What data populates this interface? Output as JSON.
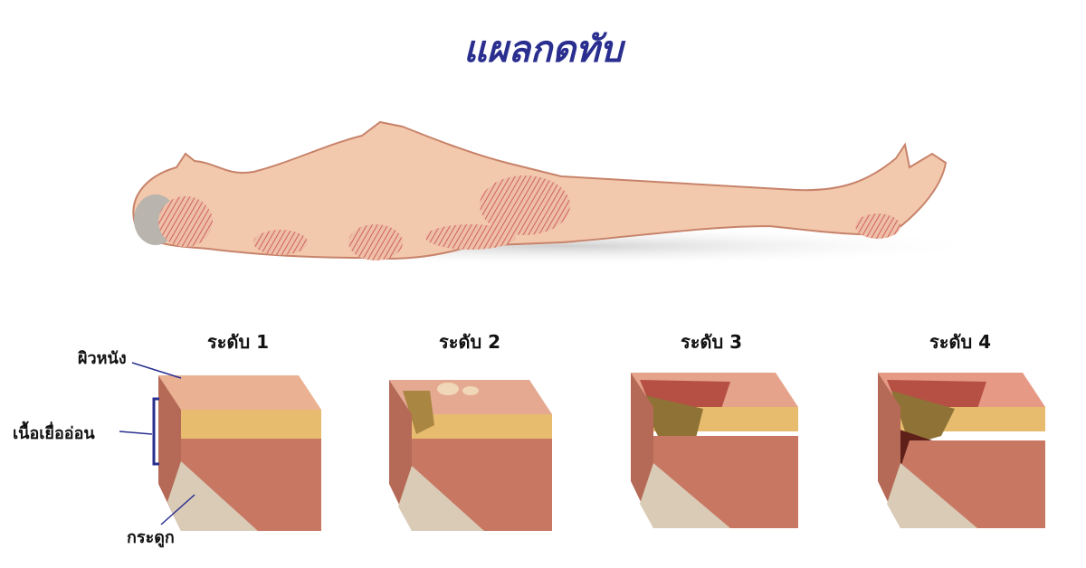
{
  "title": "แผลกดทับ",
  "colors": {
    "title": "#2a2f8f",
    "pointer": "#2a2f8f",
    "skin": "#f1c4a6",
    "pressure_area": "#d96b62",
    "fat": "#e2b56c",
    "muscle": "#c87763",
    "bone": "#d9cbb6"
  },
  "figure": {
    "description": "person lying supine with pressure areas hatched at head, shoulder blade, elbow, sacrum, hip, heel"
  },
  "stages": [
    {
      "label": "ระดับ 1"
    },
    {
      "label": "ระดับ 2"
    },
    {
      "label": "ระดับ 3"
    },
    {
      "label": "ระดับ 4"
    }
  ],
  "annotations": {
    "skin": "ผิวหนัง",
    "soft_tissue": "เนื้อเยื่ออ่อน",
    "bone": "กระดูก"
  }
}
